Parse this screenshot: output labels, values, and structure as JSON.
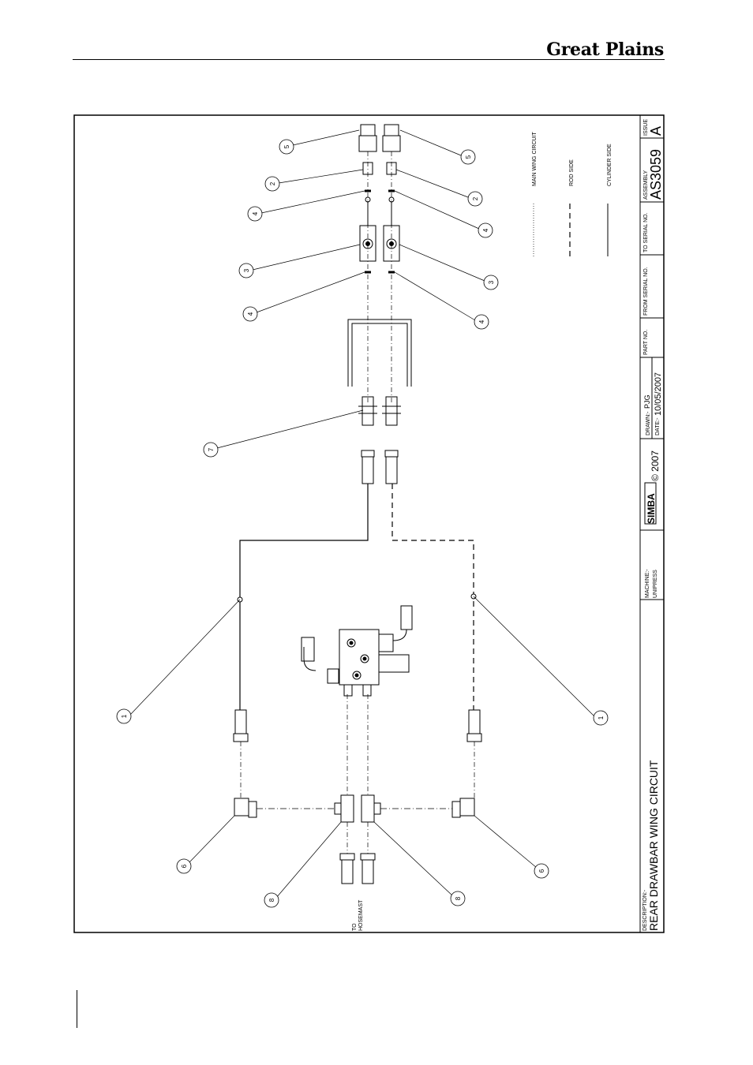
{
  "header": {
    "brand": "Great Plains"
  },
  "legend": {
    "main_wing_circuit": "MAIN WING CIRCUIT",
    "rod_side": "ROD SIDE",
    "cylinder_side": "CYLINDER SIDE"
  },
  "title_block": {
    "description_label": "DESCRIPTION:-",
    "description": "REAR DRAWBAR WING CIRCUIT",
    "machine_label": "MACHINE:-",
    "machine": "UNIPRESS",
    "logo": "SIMBA",
    "copyright": "© 2007",
    "drawn_label": "DRAWN:-",
    "drawn": "PJG",
    "date_label": "DATE:-",
    "date": "10/05/2007",
    "part_no_label": "PART NO.",
    "from_serial_label": "FROM SERIAL NO.",
    "to_serial_label": "TO SERIAL NO.",
    "assembly_label": "ASSEMBLY",
    "assembly": "AS3059",
    "issue_label": "ISSUE",
    "issue": "A"
  },
  "annotation": {
    "to_hosemast_1": "TO",
    "to_hosemast_2": "HOSEMAST"
  },
  "callouts": [
    "5",
    "5",
    "2",
    "2",
    "4",
    "4",
    "3",
    "3",
    "4",
    "4",
    "7",
    "1",
    "1",
    "6",
    "6",
    "8",
    "8"
  ]
}
